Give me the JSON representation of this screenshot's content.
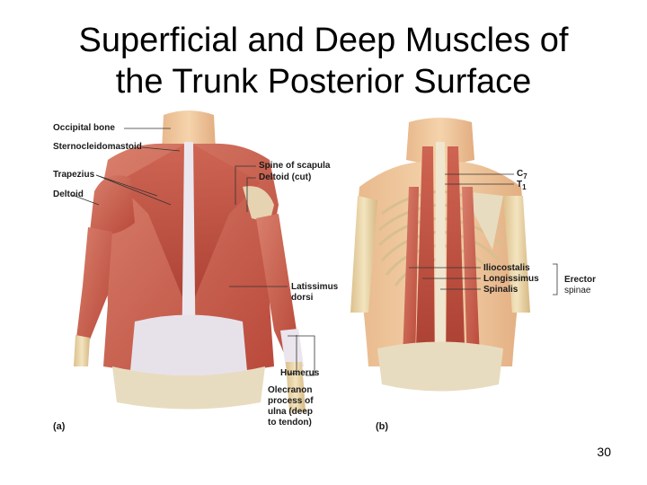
{
  "slide": {
    "title_line1": "Superficial and Deep Muscles of",
    "title_line2": "the Trunk Posterior Surface",
    "slide_number": "30"
  },
  "figure_a": {
    "panel_label": "(a)",
    "labels": {
      "occipital_bone": "Occipital bone",
      "sternocleidomastoid": "Sternocleidomastoid",
      "trapezius": "Trapezius",
      "deltoid": "Deltoid",
      "spine_of_scapula": "Spine of scapula",
      "deltoid_cut": "Deltoid (cut)",
      "latissimus_line1": "Latissimus",
      "latissimus_line2": "dorsi",
      "humerus": "Humerus",
      "olecranon_line1": "Olecranon",
      "olecranon_line2": "process of",
      "olecranon_line3": "ulna (deep",
      "olecranon_line4": "to tendon)"
    }
  },
  "figure_b": {
    "panel_label": "(b)",
    "labels": {
      "c7": "C7",
      "t1": "T1",
      "iliocostalis": "Iliocostalis",
      "longissimus": "Longissimus",
      "spinalis": "Spinalis",
      "erector_line1": "Erector",
      "erector_line2": "spinae"
    }
  },
  "colors": {
    "muscle": "#c85a4a",
    "muscle_light": "#d97b66",
    "skin": "#efc9a0",
    "bone": "#e9d6ab",
    "tendon": "#e8e4ea",
    "leader": "#333333"
  }
}
